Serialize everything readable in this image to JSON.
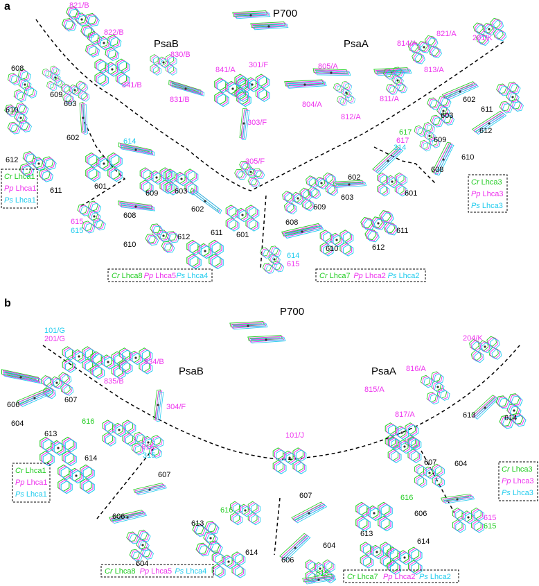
{
  "colors": {
    "cr": "#22cc22",
    "pp": "#ee33ee",
    "ps": "#22ccee",
    "text": "#000000"
  },
  "panels": [
    {
      "letter": "a",
      "headers": [
        "P700",
        "PsaB",
        "PsaA"
      ],
      "legends": [
        {
          "lines": [
            [
              "Cr",
              "Lhca1"
            ],
            [
              "Pp",
              "Lhca1"
            ],
            [
              "Ps",
              "Lhca1"
            ]
          ]
        },
        {
          "lines": [
            [
              "Cr",
              "Lhca8"
            ],
            [
              "Pp",
              "Lhca5"
            ],
            [
              "Ps",
              "Lhca4"
            ]
          ]
        },
        {
          "lines": [
            [
              "Cr",
              "Lhca7"
            ],
            [
              "Pp",
              "Lhca2"
            ],
            [
              "Ps",
              "Lhca2"
            ]
          ]
        },
        {
          "lines": [
            [
              "Cr",
              "Lhca3"
            ],
            [
              "Pp",
              "Lhca3"
            ],
            [
              "Ps",
              "Lhca3"
            ]
          ]
        }
      ],
      "labels": [
        {
          "t": "821/B",
          "c": "pp"
        },
        {
          "t": "822/B",
          "c": "pp"
        },
        {
          "t": "830/B",
          "c": "pp"
        },
        {
          "t": "841/B",
          "c": "pp"
        },
        {
          "t": "831/B",
          "c": "pp"
        },
        {
          "t": "841/A",
          "c": "pp"
        },
        {
          "t": "301/F",
          "c": "pp"
        },
        {
          "t": "303/F",
          "c": "pp"
        },
        {
          "t": "305/F",
          "c": "pp"
        },
        {
          "t": "805/A",
          "c": "pp"
        },
        {
          "t": "804/A",
          "c": "pp"
        },
        {
          "t": "812/A",
          "c": "pp"
        },
        {
          "t": "814/A",
          "c": "pp"
        },
        {
          "t": "821/A",
          "c": "pp"
        },
        {
          "t": "813/A",
          "c": "pp"
        },
        {
          "t": "811/A",
          "c": "pp"
        },
        {
          "t": "201/K",
          "c": "pp"
        },
        {
          "t": "608",
          "c": "text"
        },
        {
          "t": "609",
          "c": "text"
        },
        {
          "t": "603",
          "c": "text"
        },
        {
          "t": "610",
          "c": "text"
        },
        {
          "t": "602",
          "c": "text"
        },
        {
          "t": "612",
          "c": "text"
        },
        {
          "t": "614",
          "c": "ps"
        },
        {
          "t": "601",
          "c": "text"
        },
        {
          "t": "611",
          "c": "text"
        },
        {
          "t": "615",
          "c": "pp"
        },
        {
          "t": "615",
          "c": "ps"
        },
        {
          "t": "609",
          "c": "text"
        },
        {
          "t": "603",
          "c": "text"
        },
        {
          "t": "608",
          "c": "text"
        },
        {
          "t": "602",
          "c": "text"
        },
        {
          "t": "610",
          "c": "text"
        },
        {
          "t": "612",
          "c": "text"
        },
        {
          "t": "611",
          "c": "text"
        },
        {
          "t": "601",
          "c": "text"
        },
        {
          "t": "614",
          "c": "ps"
        },
        {
          "t": "615",
          "c": "pp"
        },
        {
          "t": "602",
          "c": "text"
        },
        {
          "t": "603",
          "c": "text"
        },
        {
          "t": "609",
          "c": "text"
        },
        {
          "t": "601",
          "c": "text"
        },
        {
          "t": "608",
          "c": "text"
        },
        {
          "t": "611",
          "c": "text"
        },
        {
          "t": "610",
          "c": "text"
        },
        {
          "t": "612",
          "c": "text"
        },
        {
          "t": "617",
          "c": "cr"
        },
        {
          "t": "617",
          "c": "pp"
        },
        {
          "t": "314",
          "c": "ps"
        },
        {
          "t": "602",
          "c": "text"
        },
        {
          "t": "603",
          "c": "text"
        },
        {
          "t": "609",
          "c": "text"
        },
        {
          "t": "611",
          "c": "text"
        },
        {
          "t": "612",
          "c": "text"
        },
        {
          "t": "610",
          "c": "text"
        },
        {
          "t": "608",
          "c": "text"
        }
      ]
    },
    {
      "letter": "b",
      "headers": [
        "P700",
        "PsaB",
        "PsaA"
      ],
      "legends": [
        {
          "lines": [
            [
              "Cr",
              "Lhca1"
            ],
            [
              "Pp",
              "Lhca1"
            ],
            [
              "Ps",
              "Lhca1"
            ]
          ]
        },
        {
          "lines": [
            [
              "Cr",
              "Lhca8"
            ],
            [
              "Pp",
              "Lhca5"
            ],
            [
              "Ps",
              "Lhca4"
            ]
          ]
        },
        {
          "lines": [
            [
              "Cr",
              "Lhca7"
            ],
            [
              "Pp",
              "Lhca2"
            ],
            [
              "Ps",
              "Lhca2"
            ]
          ]
        },
        {
          "lines": [
            [
              "Cr",
              "Lhca3"
            ],
            [
              "Pp",
              "Lhca3"
            ],
            [
              "Ps",
              "Lhca3"
            ]
          ]
        }
      ],
      "labels": [
        {
          "t": "101/G",
          "c": "ps"
        },
        {
          "t": "201/G",
          "c": "pp"
        },
        {
          "t": "834/B",
          "c": "pp"
        },
        {
          "t": "835/B",
          "c": "pp"
        },
        {
          "t": "304/F",
          "c": "pp"
        },
        {
          "t": "101/J",
          "c": "pp"
        },
        {
          "t": "816/A",
          "c": "pp"
        },
        {
          "t": "815/A",
          "c": "pp"
        },
        {
          "t": "817/A",
          "c": "pp"
        },
        {
          "t": "204/K",
          "c": "pp"
        },
        {
          "t": "606",
          "c": "text"
        },
        {
          "t": "607",
          "c": "text"
        },
        {
          "t": "604",
          "c": "text"
        },
        {
          "t": "613",
          "c": "text"
        },
        {
          "t": "614",
          "c": "text"
        },
        {
          "t": "616",
          "c": "cr"
        },
        {
          "t": "616",
          "c": "pp"
        },
        {
          "t": "315",
          "c": "ps"
        },
        {
          "t": "607",
          "c": "text"
        },
        {
          "t": "606",
          "c": "text"
        },
        {
          "t": "604",
          "c": "text"
        },
        {
          "t": "613",
          "c": "text"
        },
        {
          "t": "614",
          "c": "text"
        },
        {
          "t": "616",
          "c": "cr"
        },
        {
          "t": "607",
          "c": "text"
        },
        {
          "t": "606",
          "c": "text"
        },
        {
          "t": "604",
          "c": "text"
        },
        {
          "t": "615",
          "c": "cr"
        },
        {
          "t": "616",
          "c": "cr"
        },
        {
          "t": "613",
          "c": "text"
        },
        {
          "t": "614",
          "c": "text"
        },
        {
          "t": "607",
          "c": "text"
        },
        {
          "t": "604",
          "c": "text"
        },
        {
          "t": "606",
          "c": "text"
        },
        {
          "t": "615",
          "c": "pp"
        },
        {
          "t": "615",
          "c": "cr"
        },
        {
          "t": "613",
          "c": "text"
        },
        {
          "t": "614",
          "c": "text"
        }
      ]
    }
  ]
}
